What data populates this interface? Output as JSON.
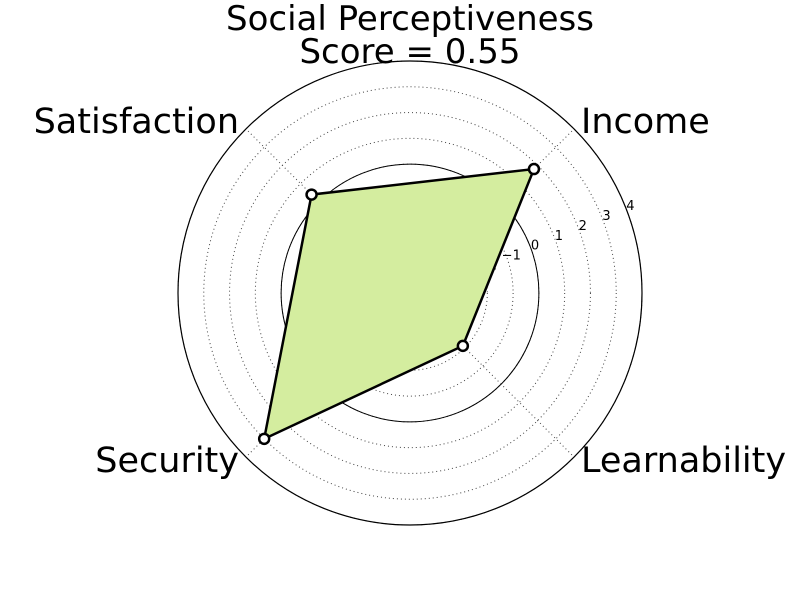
{
  "chart_data": {
    "type": "radar",
    "title": "Social Perceptiveness",
    "subtitle": "Score = 0.55",
    "categories": [
      "Income",
      "Learnability",
      "Security",
      "Satisfaction"
    ],
    "series": [
      {
        "values": [
          1.8,
          -2.1,
          3.0,
          0.4
        ]
      }
    ],
    "r_ticks": [
      -4,
      -3,
      -2,
      -1,
      0,
      1,
      2,
      3,
      4
    ],
    "rlim": [
      -5,
      4
    ],
    "reference_circle_value": 0,
    "grid": true,
    "fill_color": "#d4ed9f",
    "line_color": "#000000",
    "marker_face_color": "#ffffff"
  }
}
